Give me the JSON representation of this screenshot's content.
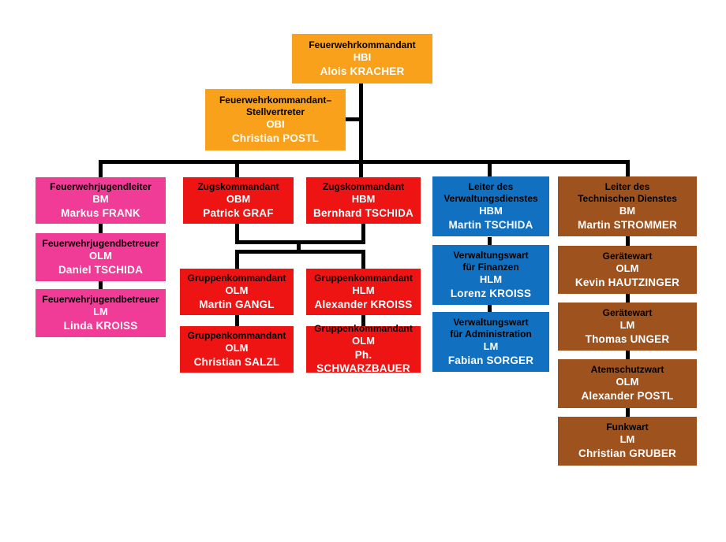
{
  "diagram": {
    "type": "org-chart",
    "subject": "Feuerwehr Kommandostruktur"
  },
  "colors": {
    "orange": "#F9A11B",
    "red": "#EE1414",
    "pink": "#F03C96",
    "blue": "#1170C0",
    "brown": "#9E521D",
    "title_text": "#000000",
    "person_text": "#FFFFFF",
    "connector": "#000000",
    "background": "#FFFFFF"
  },
  "nodes": {
    "commander": {
      "title": "Feuerwehrkommandant",
      "rank": "HBI",
      "name": "Alois KRACHER"
    },
    "deputy": {
      "title_line1": "Feuerwehrkommandant–",
      "title_line2": "Stellvertreter",
      "rank": "OBI",
      "name": "Christian POSTL"
    },
    "youth_leader": {
      "title": "Feuerwehrjugendleiter",
      "rank": "BM",
      "name": "Markus FRANK"
    },
    "youth_supervisor_1": {
      "title": "Feuerwehrjugendbetreuer",
      "rank": "OLM",
      "name": "Daniel TSCHIDA"
    },
    "youth_supervisor_2": {
      "title": "Feuerwehrjugendbetreuer",
      "rank": "LM",
      "name": "Linda KROISS"
    },
    "platoon_commander_1": {
      "title": "Zugskommandant",
      "rank": "OBM",
      "name": "Patrick GRAF"
    },
    "platoon_commander_2": {
      "title": "Zugskommandant",
      "rank": "HBM",
      "name": "Bernhard TSCHIDA"
    },
    "group_commander_1": {
      "title": "Gruppenkommandant",
      "rank": "OLM",
      "name": "Martin GANGL"
    },
    "group_commander_2": {
      "title": "Gruppenkommandant",
      "rank": "HLM",
      "name": "Alexander KROISS"
    },
    "group_commander_3": {
      "title": "Gruppenkommandant",
      "rank": "OLM",
      "name": "Christian SALZL"
    },
    "group_commander_4": {
      "title": "Gruppenkommandant",
      "rank": "OLM",
      "name": "Ph. SCHWARZBAUER"
    },
    "admin_head": {
      "title_line1": "Leiter des",
      "title_line2": "Verwaltungsdienstes",
      "rank": "HBM",
      "name": "Martin TSCHIDA"
    },
    "admin_finance": {
      "title_line1": "Verwaltungswart",
      "title_line2": "für Finanzen",
      "rank": "HLM",
      "name": "Lorenz KROISS"
    },
    "admin_administration": {
      "title_line1": "Verwaltungswart",
      "title_line2": "für Administration",
      "rank": "LM",
      "name": "Fabian SORGER"
    },
    "tech_head": {
      "title_line1": "Leiter des",
      "title_line2": "Technischen Dienstes",
      "rank": "BM",
      "name": "Martin STROMMER"
    },
    "equipment_officer_1": {
      "title": "Gerätewart",
      "rank": "OLM",
      "name": "Kevin HAUTZINGER"
    },
    "equipment_officer_2": {
      "title": "Gerätewart",
      "rank": "LM",
      "name": "Thomas UNGER"
    },
    "breathing_officer": {
      "title": "Atemschutzwart",
      "rank": "OLM",
      "name": "Alexander POSTL"
    },
    "radio_officer": {
      "title": "Funkwart",
      "rank": "LM",
      "name": "Christian GRUBER"
    }
  }
}
